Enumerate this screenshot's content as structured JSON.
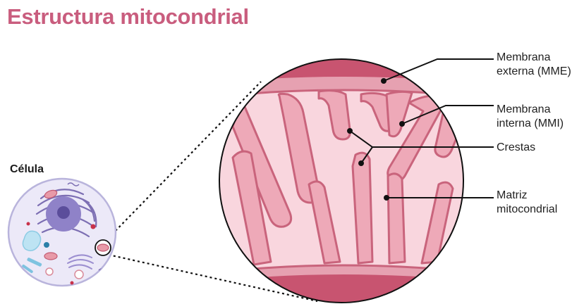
{
  "title": "Estructura mitocondrial",
  "cell_label": "Célula",
  "labels": {
    "outer_membrane": [
      "Membrana",
      "externa (MME)"
    ],
    "inner_membrane": [
      "Membrana",
      "interna (MMI)"
    ],
    "cristae": [
      "Crestas"
    ],
    "matrix": [
      "Matriz",
      "mitocondrial"
    ]
  },
  "colors": {
    "title": "#c95d7e",
    "outer_membrane": "#c85470",
    "intermembrane": "#e6a1b1",
    "inner_membrane_stroke": "#c9647c",
    "crista_fill": "#eea9b8",
    "matrix": "#f9d6de",
    "cell_fill": "#ece9f8",
    "cell_stroke": "#b9b4dc"
  }
}
